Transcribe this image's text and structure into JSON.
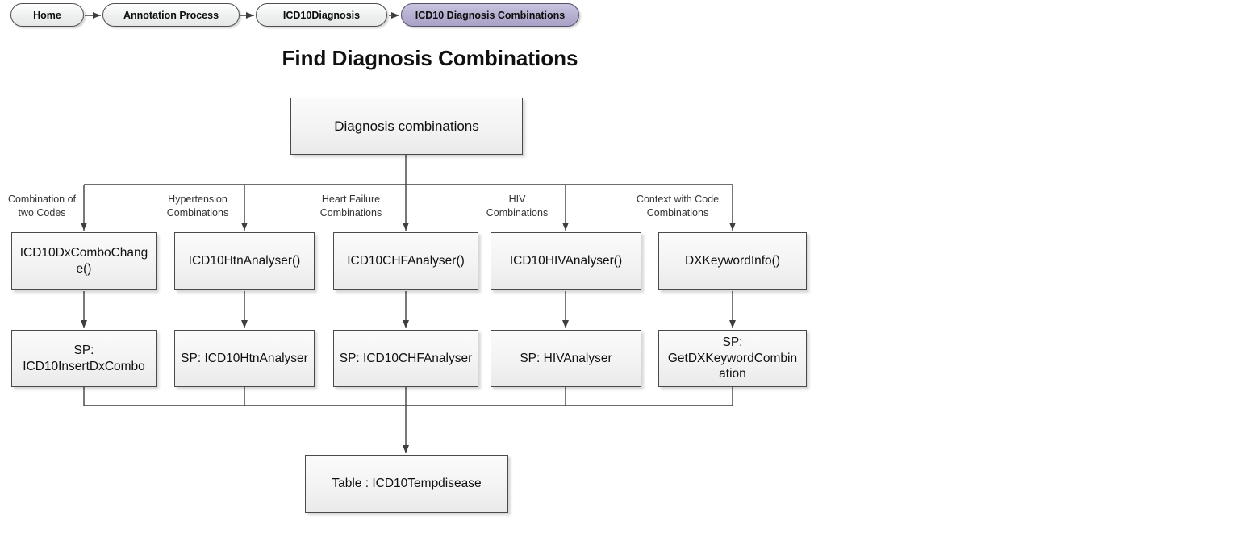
{
  "breadcrumb": {
    "items": [
      {
        "label": "Home",
        "active": false
      },
      {
        "label": "Annotation Process",
        "active": false
      },
      {
        "label": "ICD10Diagnosis",
        "active": false
      },
      {
        "label": "ICD10 Diagnosis Combinations",
        "active": true
      }
    ]
  },
  "title": "Find Diagnosis Combinations",
  "diagram": {
    "root": "Diagnosis combinations",
    "branches": [
      {
        "label": "Combination of\ntwo Codes",
        "function": "ICD10DxComboChang\ne()",
        "sp": "SP:\nICD10InsertDxCombo"
      },
      {
        "label": "Hypertension\nCombinations",
        "function": "ICD10HtnAnalyser()",
        "sp": "SP: ICD10HtnAnalyser"
      },
      {
        "label": "Heart Failure\nCombinations",
        "function": "ICD10CHFAnalyser()",
        "sp": "SP: ICD10CHFAnalyser"
      },
      {
        "label": "HIV\nCombinations",
        "function": "ICD10HIVAnalyser()",
        "sp": "SP: HIVAnalyser"
      },
      {
        "label": "Context with Code\nCombinations",
        "function": "DXKeywordInfo()",
        "sp": "SP:\nGetDXKeywordCombin\nation"
      }
    ],
    "output": "Table : ICD10Tempdisease"
  },
  "colors": {
    "active_pill": "#b4adcf",
    "connector": "#3f3f3f",
    "node_border": "#4a4a4a"
  }
}
